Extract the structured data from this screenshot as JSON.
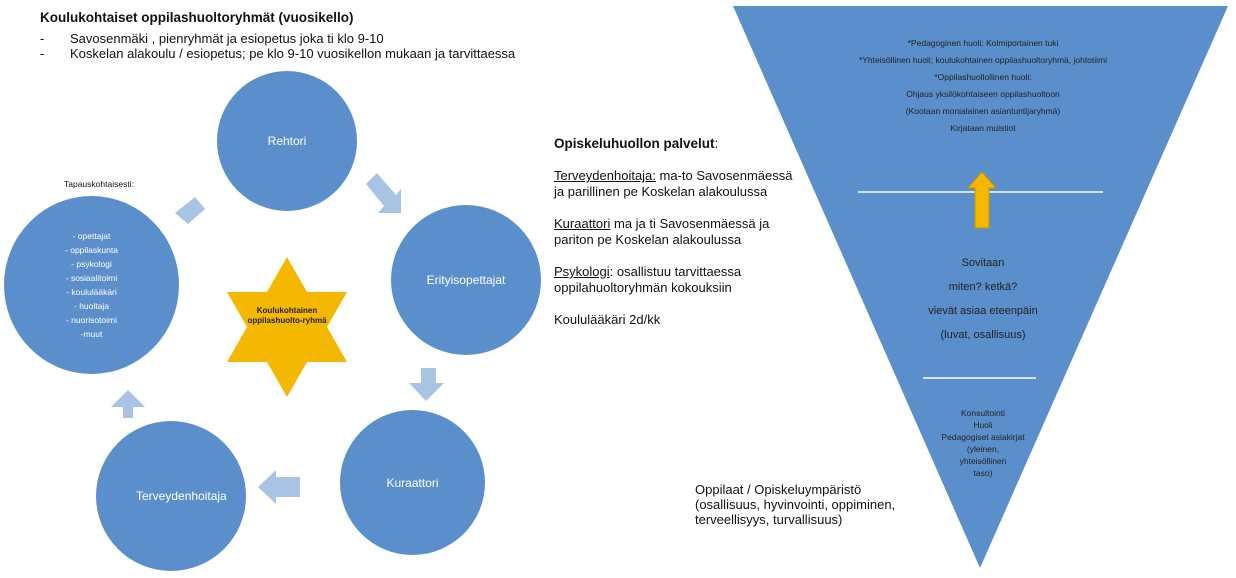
{
  "title": "Koulukohtaiset oppilashuoltoryhmät (vuosikello)",
  "bullets": [
    "Savosenmäki , pienryhmät ja esiopetus joka  ti klo 9-10",
    "Koskelan alakoulu / esiopetus; pe klo 9-10 vuosikellon mukaan ja tarvittaessa"
  ],
  "bullet_marker": "-",
  "cycle": {
    "top": "Rehtori",
    "right": "Erityisopettajat",
    "bottom_right": "Kuraattori",
    "bottom_left": "Terveydenhoitaja",
    "left_label": "Tapauskohtaisesti:",
    "left_items": [
      "- opettajat",
      "- oppilaskunta",
      "- psykologi",
      "- sosiaalitoimi",
      "- koululääkäri",
      "- huoltaja",
      "- nuorisotoimi",
      "-muut"
    ],
    "center": "Koulukohtainen oppilashuolto-ryhmä",
    "colors": {
      "circle": "#5b8fcb",
      "arrow": "#a9c3e4",
      "star": "#f5b800"
    }
  },
  "services": {
    "heading": "Opiskeluhuollon palvelut",
    "heading_suffix": ":",
    "items": [
      {
        "name": "Terveydenhoitaja:",
        "text": " ma-to Savosenmäessä ja parillinen pe Koskelan alakoulussa"
      },
      {
        "name": "Kuraattori",
        "text": " ma ja ti Savosenmäessä ja pariton pe Koskelan alakoulussa"
      },
      {
        "name": "Psykologi",
        "text": ": osallistuu tarvittaessa oppilahuoltoryhmän kokouksiin"
      }
    ],
    "doctor": "Koululääkäri 2d/kk"
  },
  "pyramid": {
    "top": [
      "*Pedagoginen huoli: Kolmiportainen tuki",
      "*Yhteisöllinen huoli; koulukohtainen oppilashuoltoryhmä, johtotiimi",
      "*Oppilashuollollinen huoli:",
      "Ohjaus yksilökohtaiseen oppilashuoltoon",
      "(Kootaan monialainen asiantuntijaryhmä)",
      "Kirjataan muistiot"
    ],
    "middle": [
      "Sovitaan",
      "miten? ketkä?",
      "vievät asiaa eteenpäin",
      "(luvat, osallisuus)"
    ],
    "bottom": [
      "Konsultointi",
      "Huoli",
      "Pedagogiset asiakirjat",
      "(yleinen,",
      "yhteisöllinen",
      "taso)"
    ],
    "colors": {
      "fill": "#5b8fcb",
      "line": "#ffffff",
      "arrow": "#f5b800"
    }
  },
  "pupils": [
    "Oppilaat / Opiskeluympäristö",
    "(osallisuus, hyvinvointi, oppiminen,",
    "terveellisyys, turvallisuus)"
  ]
}
